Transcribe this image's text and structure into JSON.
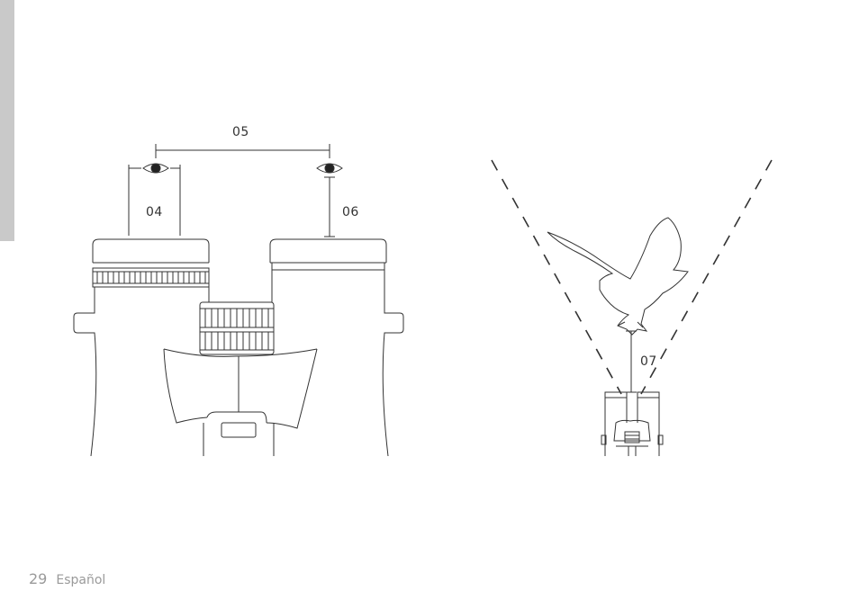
{
  "labels": {
    "l04": "04",
    "l05": "05",
    "l06": "06",
    "l07": "07"
  },
  "footer": {
    "page_number": "29",
    "language": "Español"
  },
  "colors": {
    "line": "#333333",
    "tab": "#c9c9c9",
    "footer_text": "#9a9a9a"
  }
}
